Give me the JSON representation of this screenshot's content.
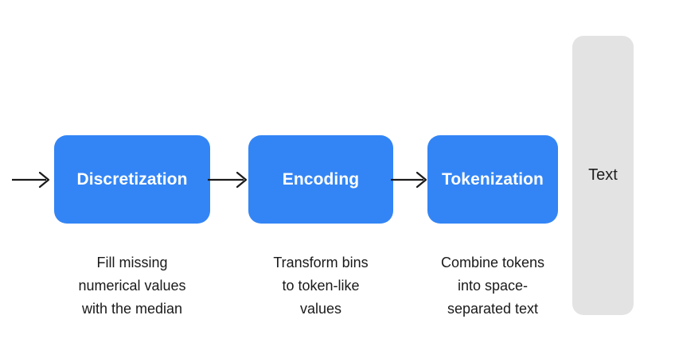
{
  "diagram": {
    "background_color": "#ffffff",
    "box_color": "#3385F5",
    "box_text_color": "#ffffff",
    "panel_color": "#E3E3E3",
    "arrow_color": "#1a1a1a",
    "stages": [
      {
        "label": "Discretization",
        "caption": "Fill missing\nnumerical values\nwith the median"
      },
      {
        "label": "Encoding",
        "caption": "Transform bins\nto token-like\nvalues"
      },
      {
        "label": "Tokenization",
        "caption": "Combine tokens\ninto space-\nseparated text"
      }
    ],
    "arrows": [
      {
        "name": "arrow-into-discretization"
      },
      {
        "name": "arrow-discretization-to-encoding"
      },
      {
        "name": "arrow-encoding-to-tokenization"
      }
    ],
    "output": {
      "label": "Text"
    }
  }
}
